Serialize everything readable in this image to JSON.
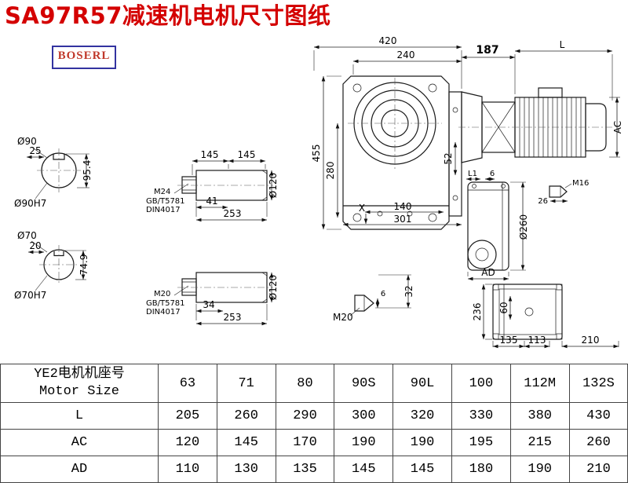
{
  "page": {
    "title": "SA97R57减速机电机尺寸图纸"
  },
  "logo": {
    "text": "BOSERL"
  },
  "drawing": {
    "front": {
      "overall_w": "420",
      "inner_w": "240",
      "overall_h": "455",
      "inner_h": "280",
      "flange": "52",
      "foot_w": "140",
      "base_w": "301",
      "x_mark": "X"
    },
    "motor": {
      "flange_len": "187",
      "len": "L",
      "height": "AC"
    },
    "shaft1": {
      "dia": "Ø90",
      "key_w": "25",
      "key_h": "95.4",
      "fit": "Ø90H7"
    },
    "shaft2": {
      "dia": "Ø70",
      "key_w": "20",
      "key_h": "74.9",
      "fit": "Ø70H7"
    },
    "detail1": {
      "seg1": "145",
      "seg2": "145",
      "dia": "Ø120",
      "thread": "M24",
      "std1": "GB/T5781",
      "std2": "DIN4017",
      "thread_len": "41",
      "len": "253"
    },
    "detail2": {
      "dia": "Ø120",
      "thread": "M20",
      "std1": "GB/T5781",
      "std2": "DIN4017",
      "thread_len": "34",
      "len": "253"
    },
    "side": {
      "l1": "L1",
      "gap": "6",
      "dia": "Ø260",
      "ad": "AD",
      "bolt": "M16",
      "bolt_len": "26"
    },
    "pin": {
      "tip": "6",
      "height": "32",
      "thread": "M20"
    },
    "rear": {
      "height": "236",
      "flange": "60",
      "w1": "135",
      "w2": "113",
      "w3": "210"
    }
  },
  "table": {
    "header_cn": "YE2电机机座号",
    "header_en": "Motor Size",
    "sizes": [
      "63",
      "71",
      "80",
      "90S",
      "90L",
      "100",
      "112M",
      "132S"
    ],
    "rows": [
      {
        "label": "L",
        "values": [
          "205",
          "260",
          "290",
          "300",
          "320",
          "330",
          "380",
          "430"
        ]
      },
      {
        "label": "AC",
        "values": [
          "120",
          "145",
          "170",
          "190",
          "190",
          "195",
          "215",
          "260"
        ]
      },
      {
        "label": "AD",
        "values": [
          "110",
          "130",
          "135",
          "145",
          "145",
          "180",
          "190",
          "210"
        ]
      }
    ]
  }
}
